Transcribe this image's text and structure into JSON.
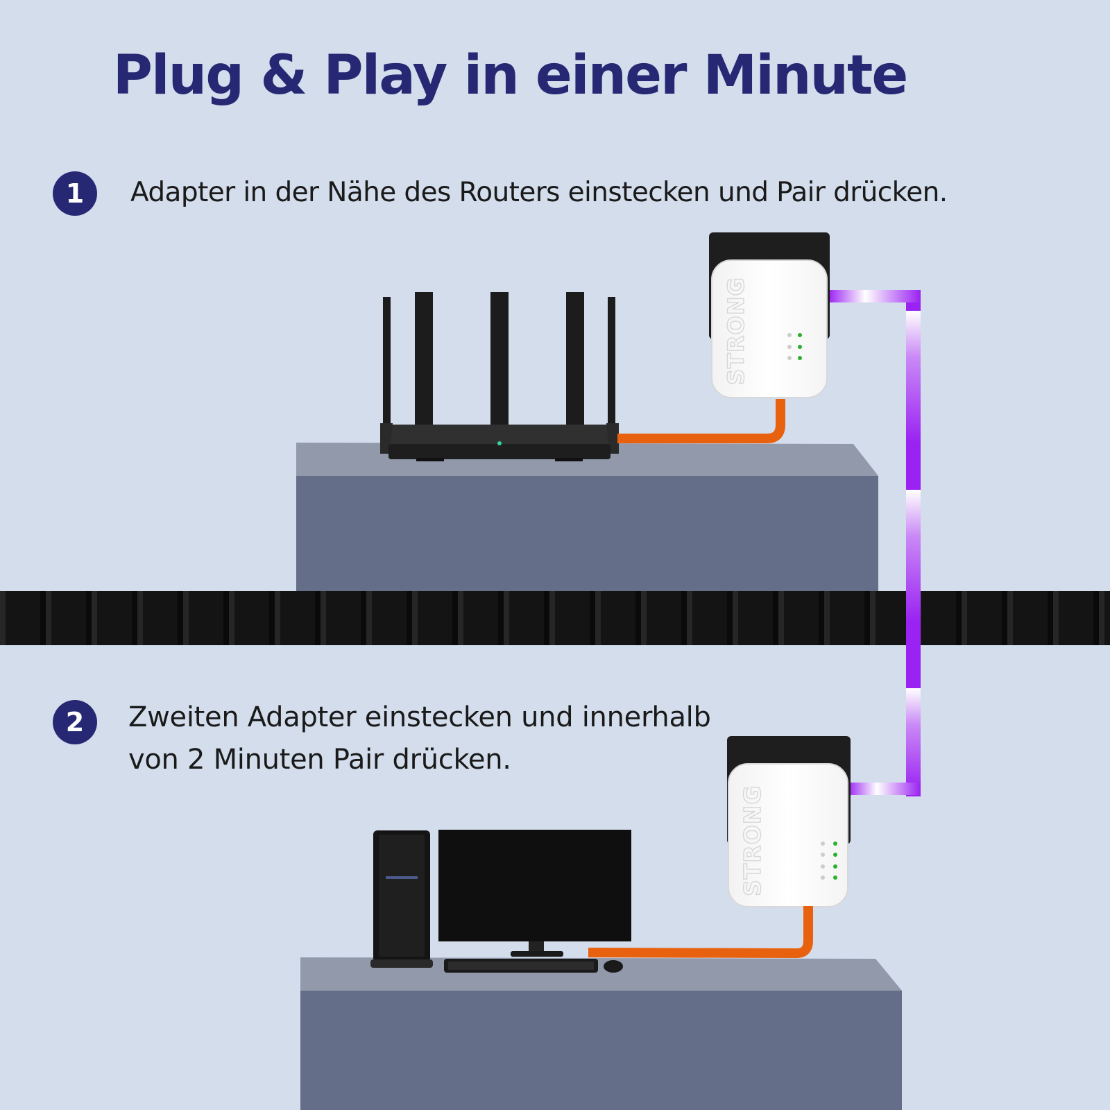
{
  "title": "Plug & Play in einer Minute",
  "steps": [
    {
      "number": "1",
      "text": "Adapter in der Nähe des Routers einstecken und Pair drücken."
    },
    {
      "number": "2",
      "line1": "Zweiten Adapter einstecken und innerhalb",
      "line2": "von 2 Minuten Pair drücken."
    }
  ],
  "adapter_brand": "STRONG",
  "colors": {
    "background": "#d3ddec",
    "title": "#272873",
    "ethernet_cable": "#e8610f",
    "powerline": "#a020f0",
    "table_top": "#9199ab",
    "table_front": "#646e88"
  },
  "icons": [
    "router-icon",
    "powerline-adapter-icon",
    "desktop-pc-icon",
    "monitor-icon",
    "keyboard-icon",
    "mouse-icon"
  ]
}
